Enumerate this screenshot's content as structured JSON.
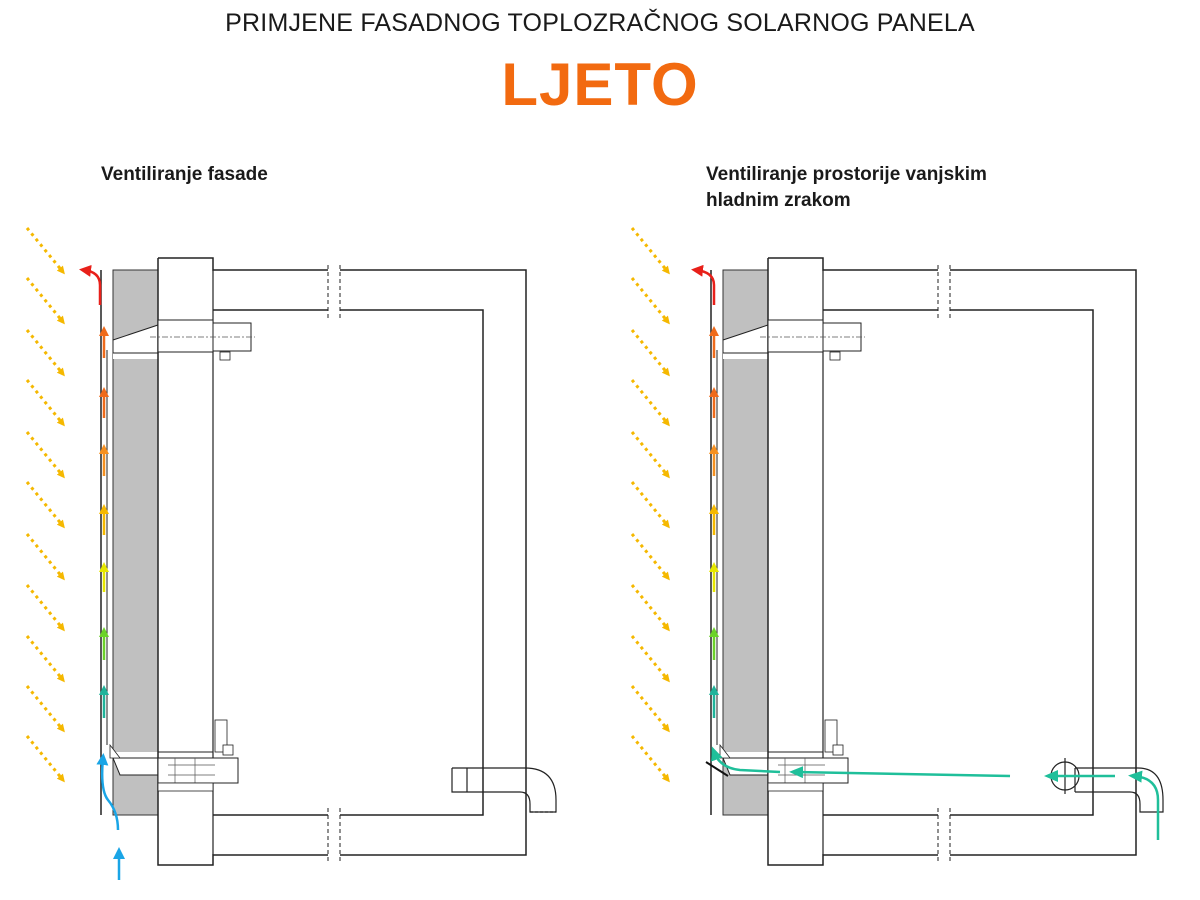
{
  "header": {
    "title": "PRIMJENE FASADNOG TOPLOZRAČNOG SOLARNOG PANELA",
    "season": "LJETO"
  },
  "panels": [
    {
      "caption_lines": [
        "Ventiliranje fasade"
      ]
    },
    {
      "caption_lines": [
        "Ventiliranje prostorije vanjskim",
        "hladnim zrakom"
      ]
    }
  ],
  "colors": {
    "season": "#f26a10",
    "sun_rays": "#f5b800",
    "insulation": "#c0c0c0",
    "hot_air": "#e8201a",
    "cold_air": "#1aa5e6",
    "fresh_air": "#1fbf9a",
    "gradient": [
      "#1fb39a",
      "#6cd22a",
      "#e6e600",
      "#f5b800",
      "#f59020",
      "#ef6a1a"
    ]
  },
  "icons": [
    "sun-rays-icon",
    "air-flow-arrow-icon",
    "fan-icon"
  ]
}
